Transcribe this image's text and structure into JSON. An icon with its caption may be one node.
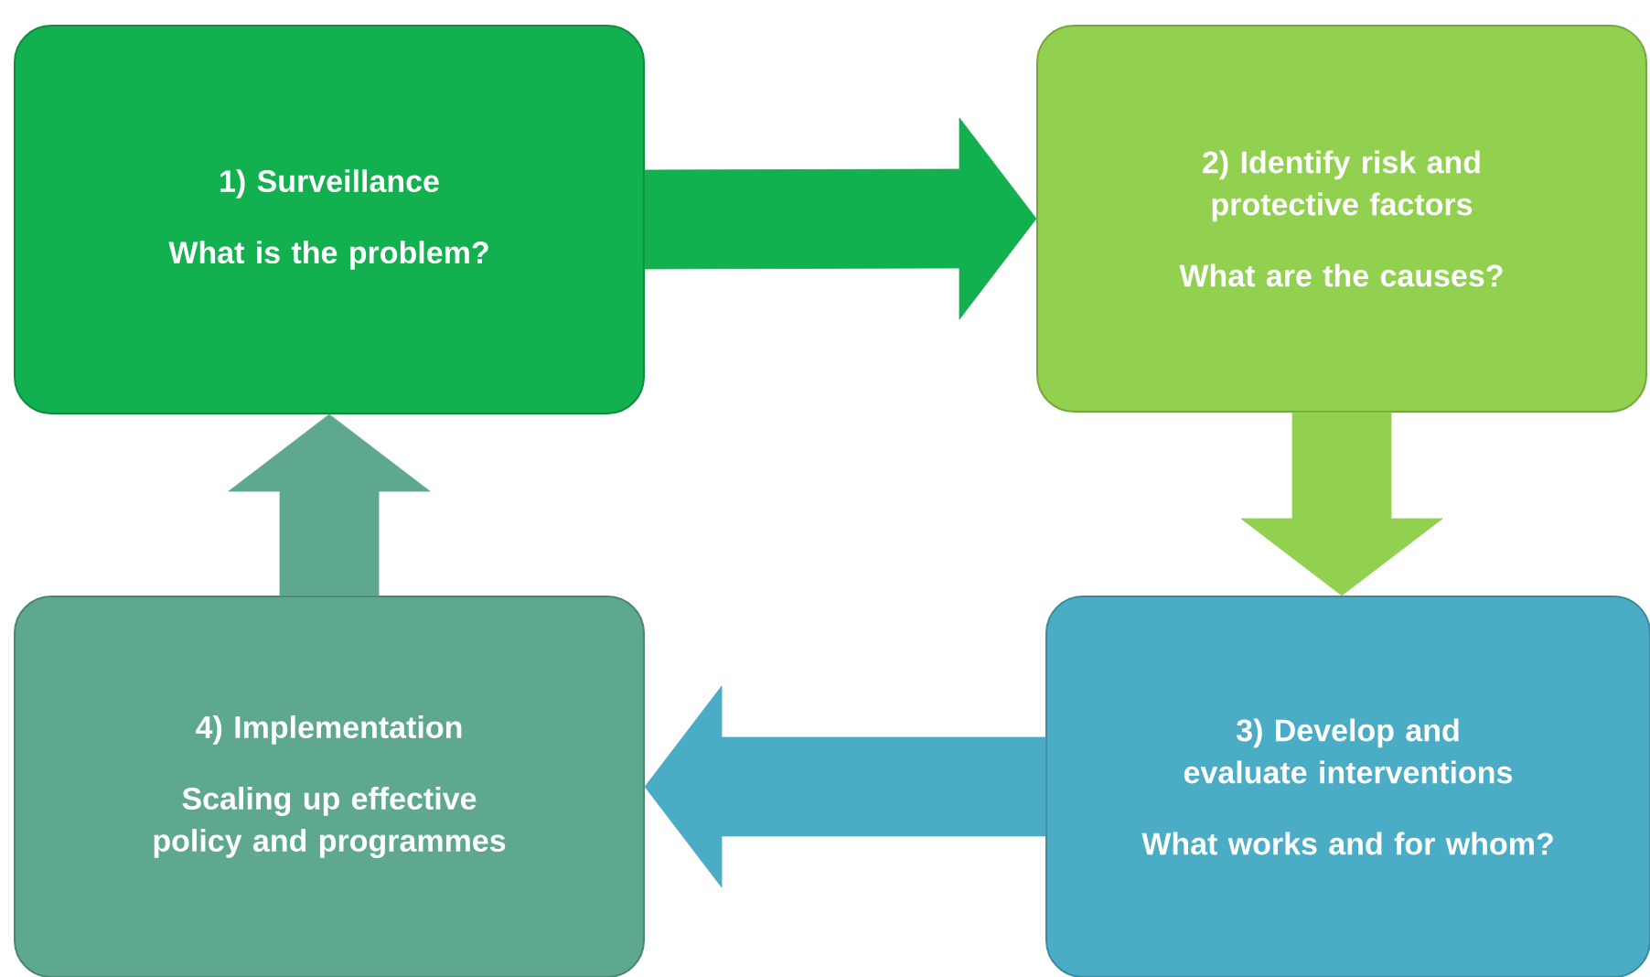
{
  "diagram": {
    "nodes": [
      {
        "text": [
          "1) Surveillance",
          "What is the problem?"
        ]
      },
      {
        "text": [
          "2) Identify risk and protective factors",
          "What are the causes?"
        ]
      },
      {
        "text": [
          "3) Develop and evaluate interventions",
          "What works and for whom?"
        ]
      },
      {
        "text": [
          "4) Implementation",
          "Scaling up effective policy and programmes"
        ]
      }
    ],
    "edges": [
      {
        "from": 0,
        "to": 1,
        "arrow": "to",
        "color": "#12b04e"
      },
      {
        "from": 1,
        "to": 2,
        "arrow": "to",
        "color": "#92d050"
      },
      {
        "from": 2,
        "to": 3,
        "arrow": "to",
        "color": "#4bacc6"
      },
      {
        "from": 3,
        "to": 0,
        "arrow": "to",
        "color": "#5fa890"
      }
    ]
  }
}
